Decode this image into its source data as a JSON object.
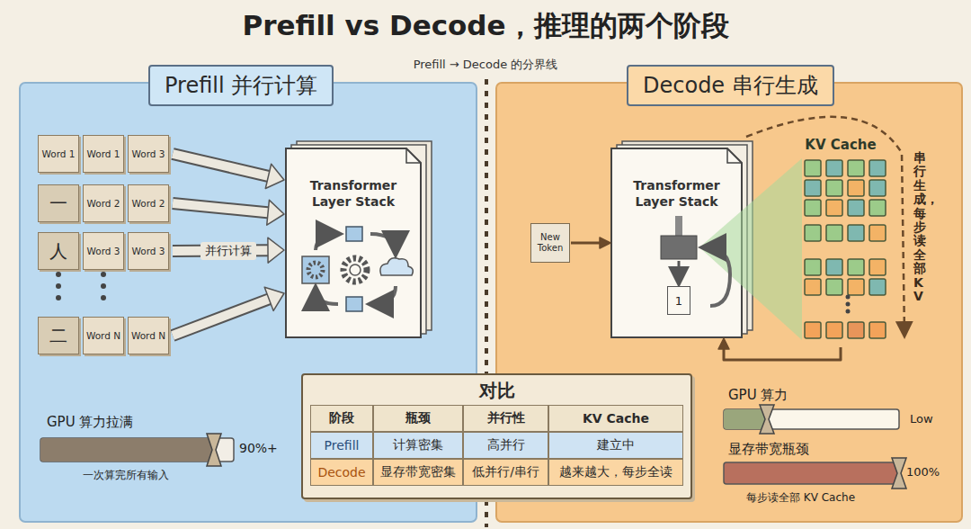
{
  "diagram": {
    "title": "Prefill vs Decode，推理的两个阶段",
    "nodes": [
      {
        "text": [
          "Prefill 并行计算"
        ]
      },
      {
        "text": [
          "Decode 串行生成"
        ]
      },
      {
        "text": [
          "Word 1"
        ],
        "in": 0
      },
      {
        "text": [
          "Word 1"
        ],
        "in": 0
      },
      {
        "text": [
          "Word 3"
        ],
        "in": 0
      },
      {
        "text": [
          "一"
        ],
        "in": 0
      },
      {
        "text": [
          "Word 2"
        ],
        "in": 0
      },
      {
        "text": [
          "Word 2"
        ],
        "in": 0
      },
      {
        "text": [
          "人"
        ],
        "in": 0
      },
      {
        "text": [
          "Word 3"
        ],
        "in": 0
      },
      {
        "text": [
          "Word 3"
        ],
        "in": 0
      },
      {
        "text": [
          "二"
        ],
        "in": 0
      },
      {
        "text": [
          "Word N"
        ],
        "in": 0
      },
      {
        "text": [
          "Word N"
        ],
        "in": 0
      },
      {
        "text": [
          "Transformer Layer Stack"
        ],
        "in": 0
      },
      {
        "text": [
          "New Token"
        ],
        "in": 1
      },
      {
        "text": [
          "Transformer Layer Stack"
        ],
        "in": 1
      },
      {
        "text": [
          "1"
        ],
        "in": 16
      },
      {
        "text": [
          "KV Cache"
        ],
        "in": 1
      },
      {
        "text": [
          "对比"
        ]
      }
    ],
    "edges": [
      {
        "from": 4,
        "to": 14,
        "arrow": "to"
      },
      {
        "from": 7,
        "to": 14,
        "arrow": "to"
      },
      {
        "from": 10,
        "to": 14,
        "label": "并行计算",
        "arrow": "to"
      },
      {
        "from": 13,
        "to": 14,
        "arrow": "to"
      },
      {
        "from": 15,
        "to": 16,
        "arrow": "to"
      },
      {
        "from": 18,
        "to": 16,
        "arrow": "to"
      }
    ],
    "labels": [
      "Prefill → Decode 的分界线",
      "GPU 算力拉满",
      "90%+",
      "一次算完所有输入",
      "阶段",
      "瓶颈",
      "并行性",
      "KV Cache",
      "Prefill",
      "计算密集",
      "高并行",
      "建立中",
      "Decode",
      "显存带宽密集",
      "低并行/串行",
      "越来越大，每步全读",
      "串行生成，每步读全部KV",
      "GPU 算力",
      "Low",
      "显存带宽瓶颈",
      "100%",
      "每步读全部 KV Cache"
    ]
  }
}
